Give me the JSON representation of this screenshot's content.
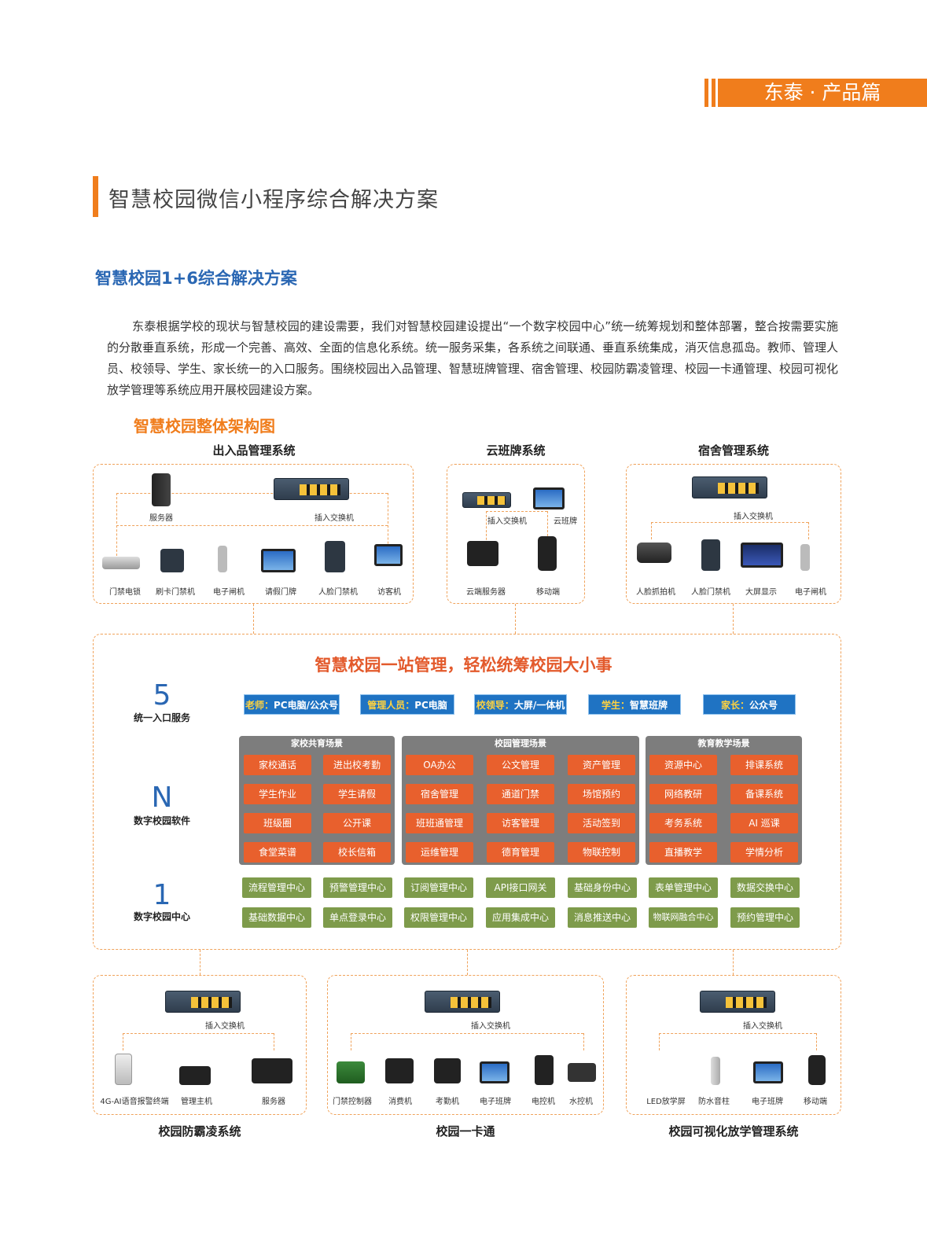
{
  "header": {
    "tag": "东泰 · 产品篇"
  },
  "page": {
    "title": "智慧校园微信小程序综合解决方案",
    "subtitle": "智慧校园1+6综合解决方案",
    "paragraph": "东泰根据学校的现状与智慧校园的建设需要，我们对智慧校园建设提出“一个数字校园中心”统一统筹规划和整体部署，整合按需要实施的分散垂直系统，形成一个完善、高效、全面的信息化系统。统一服务采集，各系统之间联通、垂直系统集成，消灭信息孤岛。教师、管理人员、校领导、学生、家长统一的入口服务。围绕校园出入品管理、智慧班牌管理、宿舍管理、校园防霸凌管理、校园一卡通管理、校园可视化放学管理等系统应用开展校园建设方案。",
    "arch_title": "智慧校园整体架构图"
  },
  "top_systems": [
    {
      "name": "出入品管理系统",
      "server": "服务器",
      "switch": "插入交换机",
      "devices": [
        "门禁电锁",
        "刷卡门禁机",
        "电子闸机",
        "请假门牌",
        "人脸门禁机",
        "访客机"
      ]
    },
    {
      "name": "云班牌系统",
      "switch": "插入交换机",
      "top2": "云班牌",
      "devices": [
        "云端服务器",
        "移动端"
      ]
    },
    {
      "name": "宿舍管理系统",
      "switch": "插入交换机",
      "devices": [
        "人脸抓拍机",
        "人脸门禁机",
        "大屏显示",
        "电子闸机"
      ]
    }
  ],
  "center": {
    "slogan": "智慧校园一站管理，轻松统筹校园大小事",
    "levels": [
      {
        "num": "5",
        "label": "统一入口服务"
      },
      {
        "num": "N",
        "label": "数字校园软件"
      },
      {
        "num": "1",
        "label": "数字校园中心"
      }
    ],
    "entries": [
      {
        "role": "老师：",
        "value": "PC电脑/公众号"
      },
      {
        "role": "管理人员：",
        "value": "PC电脑"
      },
      {
        "role": "校领导：",
        "value": "大屏/一体机"
      },
      {
        "role": "学生：",
        "value": "智慧班牌"
      },
      {
        "role": "家长：",
        "value": "公众号"
      }
    ],
    "panels": [
      {
        "title": "家校共育场景",
        "cells": [
          "家校通话",
          "进出校考勤",
          "学生作业",
          "学生请假",
          "班级圈",
          "公开课",
          "食堂菜谱",
          "校长信箱"
        ]
      },
      {
        "title": "校园管理场景",
        "cells": [
          "OA办公",
          "公文管理",
          "资产管理",
          "宿舍管理",
          "通道门禁",
          "场馆预约",
          "班班通管理",
          "访客管理",
          "活动签到",
          "运维管理",
          "德育管理",
          "物联控制"
        ]
      },
      {
        "title": "教育教学场景",
        "cells": [
          "资源中心",
          "排课系统",
          "网络教研",
          "备课系统",
          "考务系统",
          "AI 巡课",
          "直播教学",
          "学情分析"
        ]
      }
    ],
    "centers": [
      "流程管理中心",
      "预警管理中心",
      "订阅管理中心",
      "API接口网关",
      "基础身份中心",
      "表单管理中心",
      "数据交换中心",
      "基础数据中心",
      "单点登录中心",
      "权限管理中心",
      "应用集成中心",
      "消息推送中心",
      "物联网融合中心",
      "预约管理中心"
    ]
  },
  "bottom_systems": [
    {
      "name": "校园防霸凌系统",
      "switch": "插入交换机",
      "devices": [
        "4G-AI语音报警终端",
        "管理主机",
        "服务器"
      ]
    },
    {
      "name": "校园一卡通",
      "switch": "插入交换机",
      "devices": [
        "门禁控制器",
        "消费机",
        "考勤机",
        "电子班牌",
        "电控机",
        "水控机"
      ]
    },
    {
      "name": "校园可视化放学管理系统",
      "switch": "插入交换机",
      "devices": [
        "LED放学屏",
        "防水音柱",
        "电子班牌",
        "移动端"
      ]
    }
  ],
  "colors": {
    "accent": "#f07d1c",
    "blue": "#2a67b3",
    "cell": "#e8602d",
    "green": "#7e9b4b",
    "entry": "#1f73c3"
  }
}
